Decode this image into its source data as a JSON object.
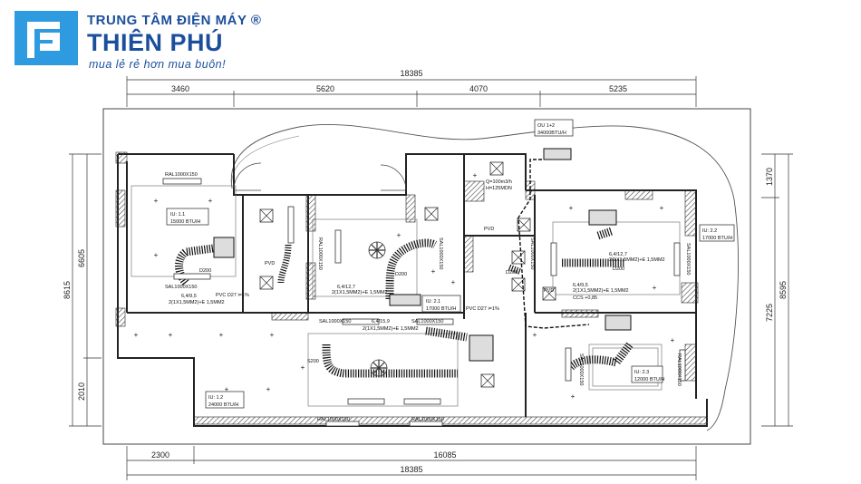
{
  "brand": {
    "top_line": "TRUNG TÂM ĐIỆN MÁY ®",
    "name": "THIÊN PHÚ",
    "slogan": "mua lẻ rẻ hơn mua buôn!",
    "primary_color": "#1b4f9c",
    "accent_color": "#2e9be0"
  },
  "dimensions": {
    "top_total": "18385",
    "top_segments": [
      "3460",
      "5620",
      "4070",
      "5235"
    ],
    "bottom_segments": [
      "2300",
      "16085"
    ],
    "bottom_total": "18385",
    "left_outer": "8615",
    "left_upper": "6605",
    "left_lower": "2010",
    "right_upper": "1370",
    "right_lower": "7225",
    "right_outer": "8595"
  },
  "labels": {
    "ou_box": [
      "OU 1+2",
      "34000BTU/H"
    ],
    "iu11": [
      "IU: 1.1",
      "15000 BTU/H"
    ],
    "iu12": [
      "IU: 1.2",
      "24000 BTU/H"
    ],
    "iu21": [
      "IU: 2.1",
      "17000 BTU/H"
    ],
    "iu22": [
      "IU: 2.2",
      "17000 BTU/H"
    ],
    "iu23": [
      "IU: 2.3",
      "12000 BTU/H"
    ],
    "ral_top": "RAL1000X150",
    "sal_left": "SAL1000X150",
    "sal_mid_a": "SAL1000X150",
    "sal_mid_b": "SAL1000X150",
    "sal_vert": "SAL1000X150",
    "ral_vert": "RAL1000X150",
    "sal_right": "SAL1000X150",
    "sal_br": "SAL1000X150",
    "ral_br": "RAL1000X150",
    "ral_bottom_a": "RAL1000X150",
    "ral_bottom_b": "RAL1000X150",
    "pipe_left": [
      "6,4/9,5",
      "2(1X1,5MM2)+E 1,5MM2"
    ],
    "pvc_left": "PVC D27 i=1%",
    "pipe_mid": [
      "6,4/12,7",
      "2(1X1,5MM2)+E 1,5MM2"
    ],
    "pipe_center": [
      "6,4/15,9",
      "2(1X1,5MM2)+E 1,5MM2"
    ],
    "pvc_center": "PVC D27 i=1%",
    "pipe_right": [
      "6,4/12,7",
      "2(1X1,5MM2)+E 1,5MM2"
    ],
    "pipe_right2": [
      "6,4/9,5",
      "2(1X1,5MM2)+E 1,5MM2",
      "CCS +0,85"
    ],
    "fan_spec": [
      "Q=100m3/h",
      "H=125MDN"
    ],
    "d200_a": "D200",
    "d200_b": "D200",
    "d200_c": "D200",
    "d200_d": "D200",
    "pvd_a": "PVD",
    "pvd_b": "PVD",
    "pvd_c": "PVD",
    "s200": "S200"
  }
}
